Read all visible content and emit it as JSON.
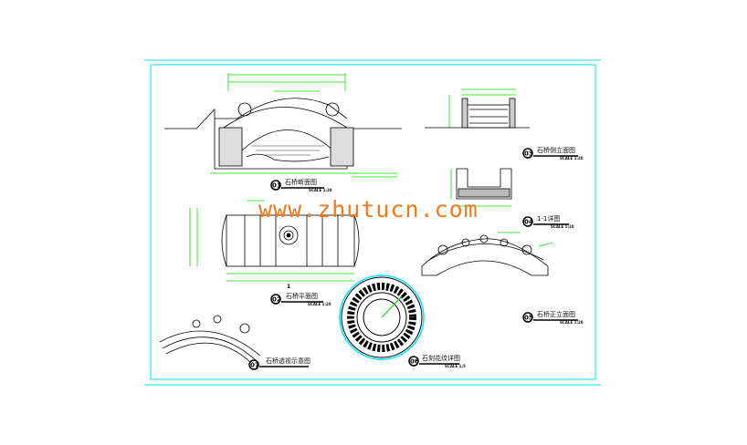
{
  "colors": {
    "frame": "#00e5ff",
    "dimension": "#00dd00",
    "line": "#000000",
    "watermark": "#f07a1e"
  },
  "watermark": "www.zhutucn.com",
  "views": [
    {
      "num": "01",
      "title": "石桥断面图",
      "scale": "SCALE 1:20"
    },
    {
      "num": "02",
      "title": "石桥平面图",
      "scale": "SCALE 1:20"
    },
    {
      "num": "03",
      "title": "石桥侧立面图",
      "scale": "SCALE 1:20"
    },
    {
      "num": "04",
      "title": "1-1详图",
      "scale": "SCALE 1:10"
    },
    {
      "num": "05",
      "title": "石桥正立面图",
      "scale": "SCALE 1:20"
    },
    {
      "num": "06",
      "title": "石刻花纹详图",
      "scale": "SCALE 1:5"
    },
    {
      "num": "07",
      "title": "石桥透视示意图",
      "scale": ""
    }
  ],
  "section_mark": "1"
}
